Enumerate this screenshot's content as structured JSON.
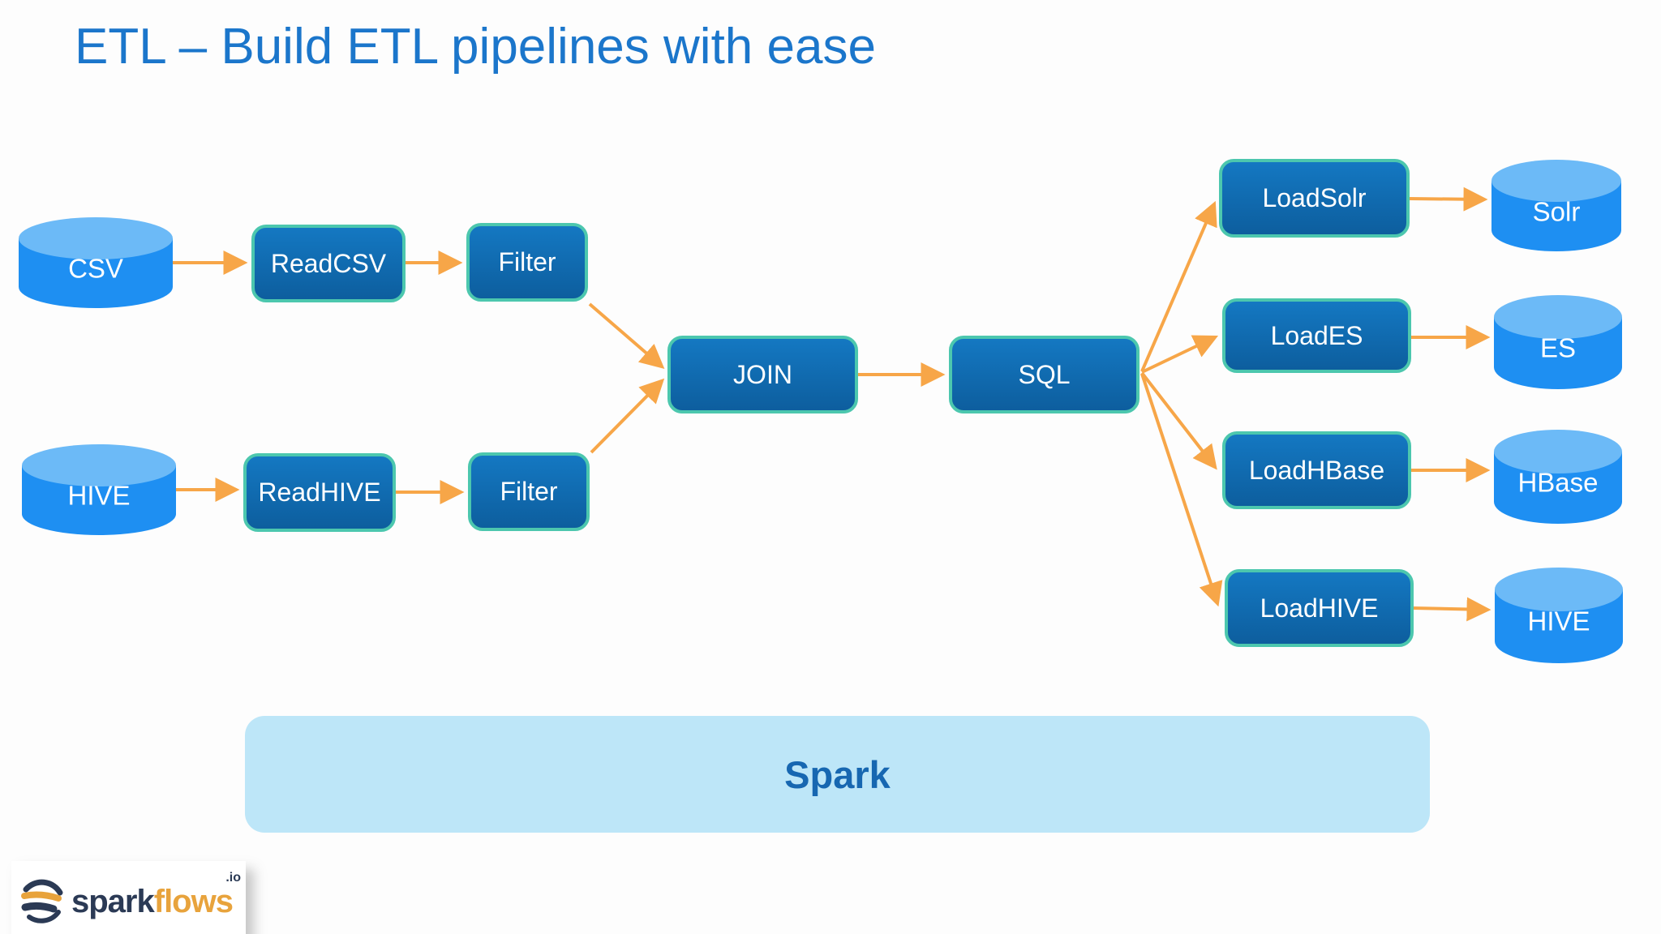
{
  "title": "ETL – Build ETL pipelines with ease",
  "colors": {
    "title_blue": "#1b76cb",
    "process_fill_top": "#1478c2",
    "process_fill_bottom": "#0d5e9e",
    "process_border_teal": "#4cc7ae",
    "cylinder_body_blue": "#1e8ff2",
    "cylinder_top_blue": "#6cbaf7",
    "arrow_orange": "#f7a648",
    "spark_band_fill": "#bde6f8",
    "spark_text_blue": "#1767b1",
    "logo_navy": "#2b3a55",
    "logo_orange": "#e8a33c"
  },
  "diagram": {
    "nodes": [
      {
        "id": "csv",
        "type": "datastore",
        "label": "CSV"
      },
      {
        "id": "readcsv",
        "type": "process",
        "label": "ReadCSV"
      },
      {
        "id": "filter1",
        "type": "process",
        "label": "Filter"
      },
      {
        "id": "hive",
        "type": "datastore",
        "label": "HIVE"
      },
      {
        "id": "readhive",
        "type": "process",
        "label": "ReadHIVE"
      },
      {
        "id": "filter2",
        "type": "process",
        "label": "Filter"
      },
      {
        "id": "join",
        "type": "process",
        "label": "JOIN"
      },
      {
        "id": "sql",
        "type": "process",
        "label": "SQL"
      },
      {
        "id": "loadsolr",
        "type": "process",
        "label": "LoadSolr"
      },
      {
        "id": "loades",
        "type": "process",
        "label": "LoadES"
      },
      {
        "id": "loadhbase",
        "type": "process",
        "label": "LoadHBase"
      },
      {
        "id": "loadhive",
        "type": "process",
        "label": "LoadHIVE"
      },
      {
        "id": "solr",
        "type": "datastore",
        "label": "Solr"
      },
      {
        "id": "es",
        "type": "datastore",
        "label": "ES"
      },
      {
        "id": "hbase",
        "type": "datastore",
        "label": "HBase"
      },
      {
        "id": "hive_out",
        "type": "datastore",
        "label": "HIVE"
      }
    ],
    "edges": [
      {
        "from": "csv",
        "to": "readcsv"
      },
      {
        "from": "readcsv",
        "to": "filter1"
      },
      {
        "from": "filter1",
        "to": "join"
      },
      {
        "from": "hive",
        "to": "readhive"
      },
      {
        "from": "readhive",
        "to": "filter2"
      },
      {
        "from": "filter2",
        "to": "join"
      },
      {
        "from": "join",
        "to": "sql"
      },
      {
        "from": "sql",
        "to": "loadsolr"
      },
      {
        "from": "sql",
        "to": "loades"
      },
      {
        "from": "sql",
        "to": "loadhbase"
      },
      {
        "from": "sql",
        "to": "loadhive"
      },
      {
        "from": "loadsolr",
        "to": "solr"
      },
      {
        "from": "loades",
        "to": "es"
      },
      {
        "from": "loadhbase",
        "to": "hbase"
      },
      {
        "from": "loadhive",
        "to": "hive_out"
      }
    ]
  },
  "platform_band": {
    "label": "Spark"
  },
  "logo": {
    "brand_left": "spark",
    "brand_right": "flows",
    "tld": ".io"
  }
}
